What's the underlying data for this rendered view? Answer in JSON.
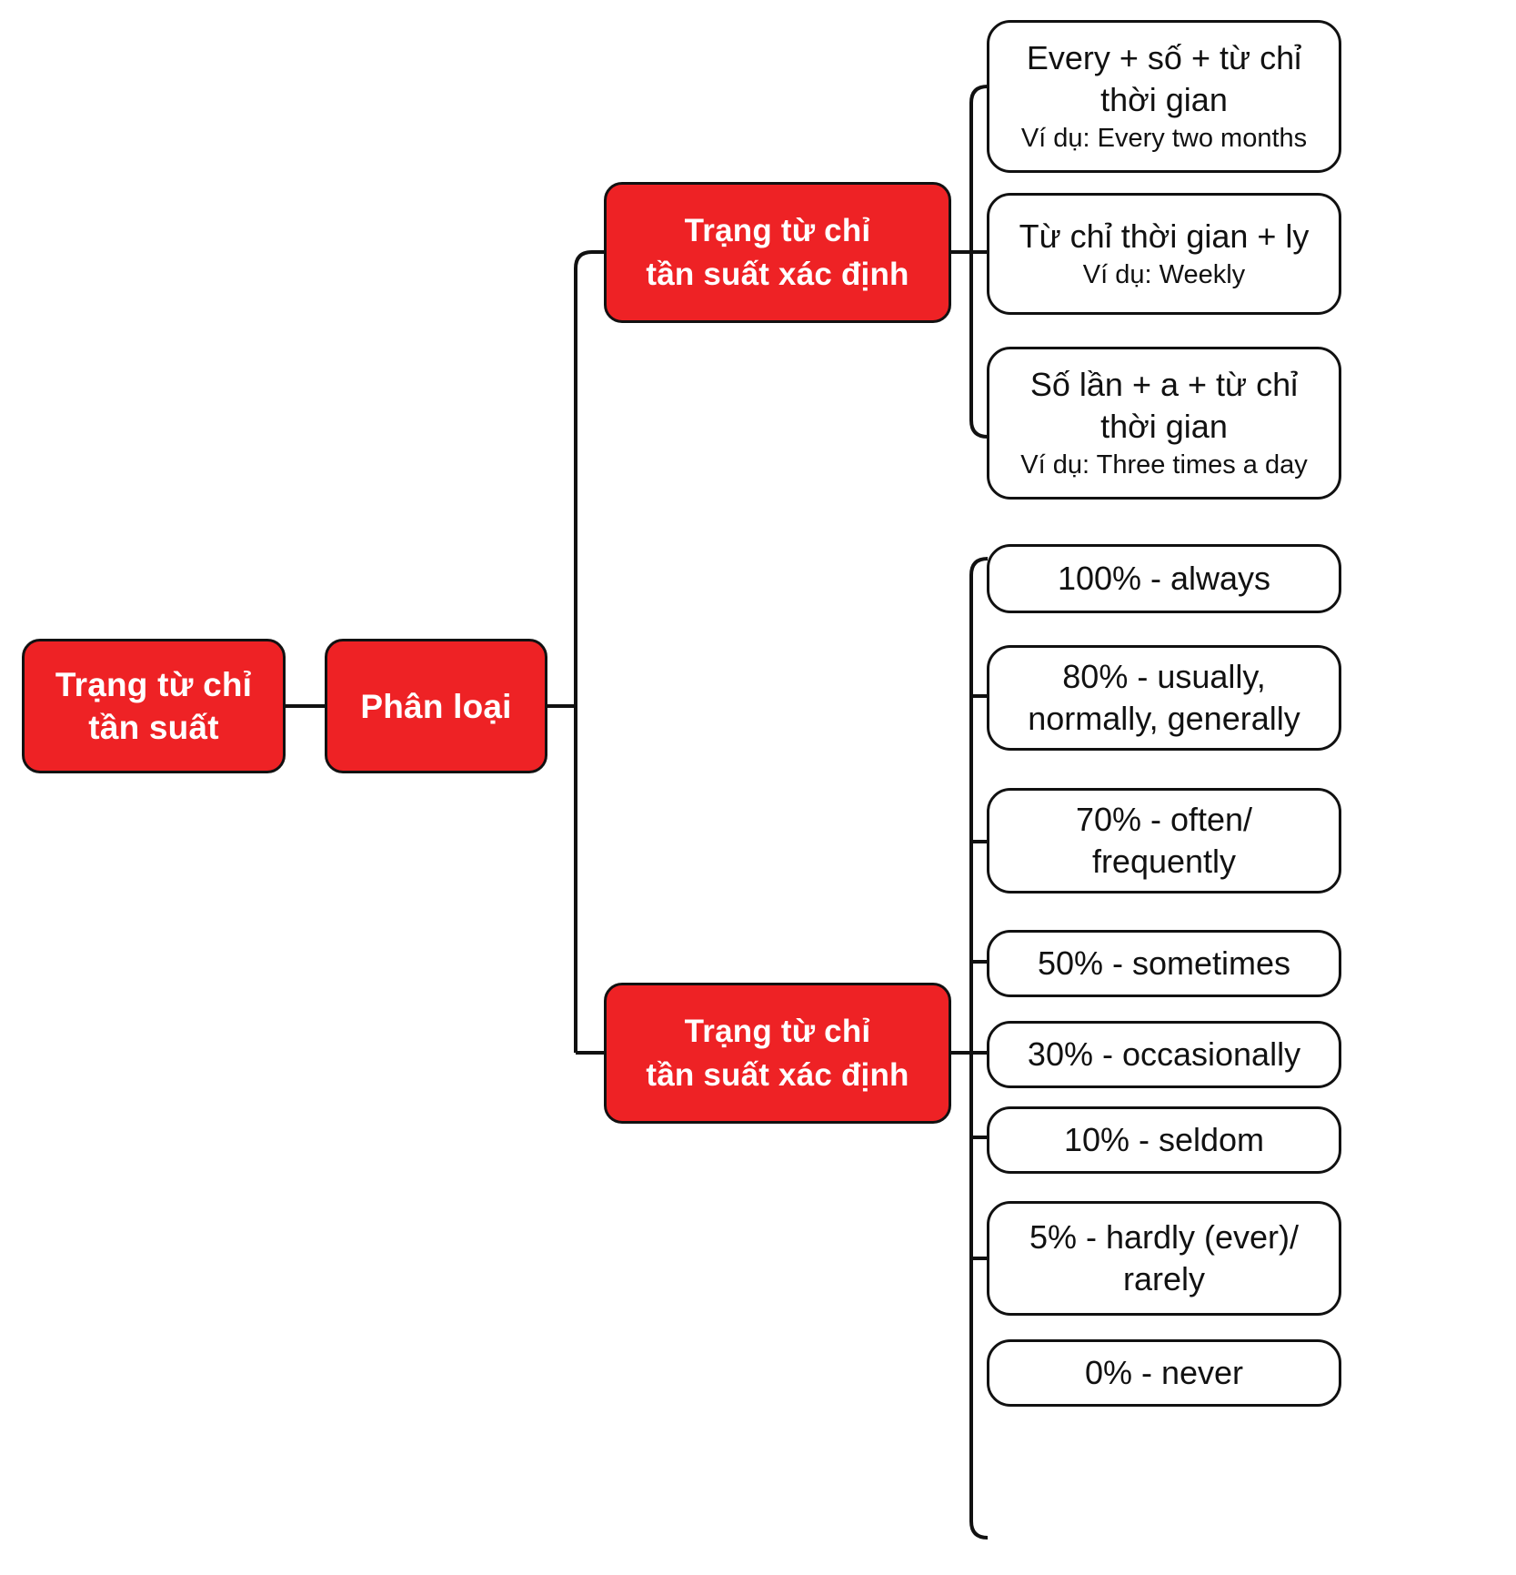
{
  "diagram": {
    "type": "mindmap",
    "title": "Trạng từ chỉ tần suất",
    "accent_color": "#ee2225",
    "node_text_color": "#ffffff",
    "leaf_background": "#ffffff",
    "leaf_border_color": "#111111",
    "background": "#ffffff"
  },
  "root": {
    "line1": "Trạng từ chỉ",
    "line2": "tần suất"
  },
  "level1": {
    "label": "Phân loại"
  },
  "branches": [
    {
      "id": "xac-dinh",
      "line1": "Trạng từ chỉ",
      "line2": "tần suất xác định",
      "leaves": [
        {
          "id": "every-so-tu-chi-thoi-gian",
          "line1": "Every + số + từ chỉ",
          "line2": "thời gian",
          "example": "Ví dụ: Every two months"
        },
        {
          "id": "tu-chi-thoi-gian-ly",
          "line1": "Từ chỉ thời gian + ly",
          "line2": "",
          "example": "Ví dụ: Weekly"
        },
        {
          "id": "so-lan-a-tu-chi-thoi-gian",
          "line1": "Số lần + a + từ chỉ",
          "line2": "thời gian",
          "example": "Ví dụ: Three times a day"
        }
      ]
    },
    {
      "id": "khong-xac-dinh",
      "line1": "Trạng từ chỉ",
      "line2": "tần suất xác định",
      "leaves": [
        {
          "id": "p100",
          "line1": "100% - always",
          "line2": "",
          "example": ""
        },
        {
          "id": "p80",
          "line1": "80% - usually,",
          "line2": "normally, generally",
          "example": ""
        },
        {
          "id": "p70",
          "line1": "70% - often/",
          "line2": "frequently",
          "example": ""
        },
        {
          "id": "p50",
          "line1": "50% - sometimes",
          "line2": "",
          "example": ""
        },
        {
          "id": "p30",
          "line1": "30% - occasionally",
          "line2": "",
          "example": ""
        },
        {
          "id": "p10",
          "line1": "10% - seldom",
          "line2": "",
          "example": ""
        },
        {
          "id": "p5",
          "line1": "5% - hardly (ever)/",
          "line2": "rarely",
          "example": ""
        },
        {
          "id": "p0",
          "line1": "0% - never",
          "line2": "",
          "example": ""
        }
      ]
    }
  ]
}
